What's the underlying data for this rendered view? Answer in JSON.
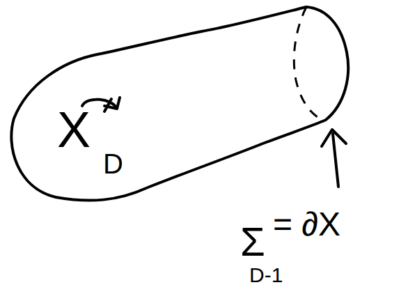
{
  "diagram": {
    "nodes": [
      {
        "text": [
          "X",
          "D"
        ]
      }
    ],
    "labels": [
      "Σ",
      "D-1",
      "= ∂X"
    ]
  }
}
